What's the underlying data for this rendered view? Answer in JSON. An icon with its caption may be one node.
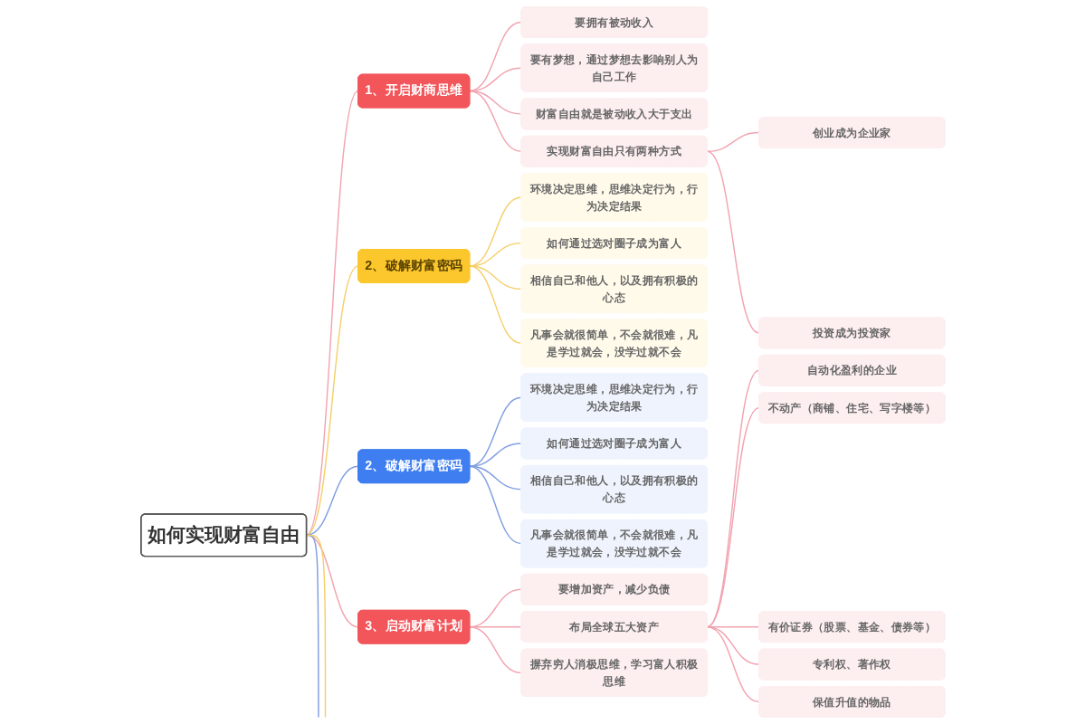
{
  "diagram": {
    "nodes": [
      {
        "text": [
          "如何实现财富自由"
        ]
      },
      {
        "text": [
          "1、开启财商思维"
        ]
      },
      {
        "text": [
          "要拥有被动收入"
        ]
      },
      {
        "text": [
          "要有梦想，通过梦想去影响别人为自己工作"
        ]
      },
      {
        "text": [
          "财富自由就是被动收入大于支出"
        ]
      },
      {
        "text": [
          "实现财富自由只有两种方式"
        ]
      },
      {
        "text": [
          "创业成为企业家"
        ]
      },
      {
        "text": [
          "投资成为投资家"
        ]
      },
      {
        "text": [
          "2、破解财富密码"
        ]
      },
      {
        "text": [
          "环境决定思维，思维决定行为，行为决定结果"
        ]
      },
      {
        "text": [
          "如何通过选对圈子成为富人"
        ]
      },
      {
        "text": [
          "相信自己和他人，以及拥有积极的心态"
        ]
      },
      {
        "text": [
          "凡事会就很简单，不会就很难，凡是学过就会，没学过就不会"
        ]
      },
      {
        "text": [
          "2、破解财富密码"
        ]
      },
      {
        "text": [
          "环境决定思维，思维决定行为，行为决定结果"
        ]
      },
      {
        "text": [
          "如何通过选对圈子成为富人"
        ]
      },
      {
        "text": [
          "相信自己和他人，以及拥有积极的心态"
        ]
      },
      {
        "text": [
          "凡事会就很简单，不会就很难，凡是学过就会，没学过就不会"
        ]
      },
      {
        "text": [
          "3、启动财富计划"
        ]
      },
      {
        "text": [
          "要增加资产，减少负债"
        ]
      },
      {
        "text": [
          "布局全球五大资产"
        ]
      },
      {
        "text": [
          "自动化盈利的企业"
        ]
      },
      {
        "text": [
          "不动产（商铺、住宅、写字楼等）"
        ]
      },
      {
        "text": [
          "有价证券（股票、基金、债券等）"
        ]
      },
      {
        "text": [
          "专利权、著作权"
        ]
      },
      {
        "text": [
          "保值升值的物品"
        ]
      },
      {
        "text": [
          "摒弃穷人消极思维，学习富人积极思维"
        ]
      }
    ],
    "edges": [
      {
        "from": 0,
        "to": 1,
        "arrow": "none"
      },
      {
        "from": 1,
        "to": 2,
        "arrow": "none"
      },
      {
        "from": 1,
        "to": 3,
        "arrow": "none"
      },
      {
        "from": 1,
        "to": 4,
        "arrow": "none"
      },
      {
        "from": 1,
        "to": 5,
        "arrow": "none"
      },
      {
        "from": 5,
        "to": 6,
        "arrow": "none"
      },
      {
        "from": 5,
        "to": 7,
        "arrow": "none"
      },
      {
        "from": 0,
        "to": 8,
        "arrow": "none",
        "color": "#f5cf6a"
      },
      {
        "from": 8,
        "to": 9,
        "arrow": "none",
        "color": "#f5cf6a"
      },
      {
        "from": 8,
        "to": 10,
        "arrow": "none",
        "color": "#f5cf6a"
      },
      {
        "from": 8,
        "to": 11,
        "arrow": "none",
        "color": "#f5cf6a"
      },
      {
        "from": 8,
        "to": 12,
        "arrow": "none",
        "color": "#f5cf6a"
      },
      {
        "from": 0,
        "to": 13,
        "arrow": "none",
        "color": "#7f9ee0"
      },
      {
        "from": 13,
        "to": 14,
        "arrow": "none",
        "color": "#7f9ee0"
      },
      {
        "from": 13,
        "to": 15,
        "arrow": "none",
        "color": "#7f9ee0"
      },
      {
        "from": 13,
        "to": 16,
        "arrow": "none",
        "color": "#7f9ee0"
      },
      {
        "from": 13,
        "to": 17,
        "arrow": "none",
        "color": "#7f9ee0"
      },
      {
        "from": 0,
        "to": 18,
        "arrow": "none"
      },
      {
        "from": 18,
        "to": 19,
        "arrow": "none"
      },
      {
        "from": 18,
        "to": 20,
        "arrow": "none"
      },
      {
        "from": 20,
        "to": 21,
        "arrow": "none"
      },
      {
        "from": 20,
        "to": 22,
        "arrow": "none"
      },
      {
        "from": 20,
        "to": 23,
        "arrow": "none"
      },
      {
        "from": 20,
        "to": 24,
        "arrow": "none"
      },
      {
        "from": 20,
        "to": 25,
        "arrow": "none"
      },
      {
        "from": 18,
        "to": 26,
        "arrow": "none"
      },
      {
        "from": 0,
        "to": null,
        "arrow": "none",
        "color": "#7f9ee0"
      },
      {
        "from": 0,
        "to": null,
        "arrow": "none",
        "color": "#f5cf6a"
      }
    ]
  }
}
